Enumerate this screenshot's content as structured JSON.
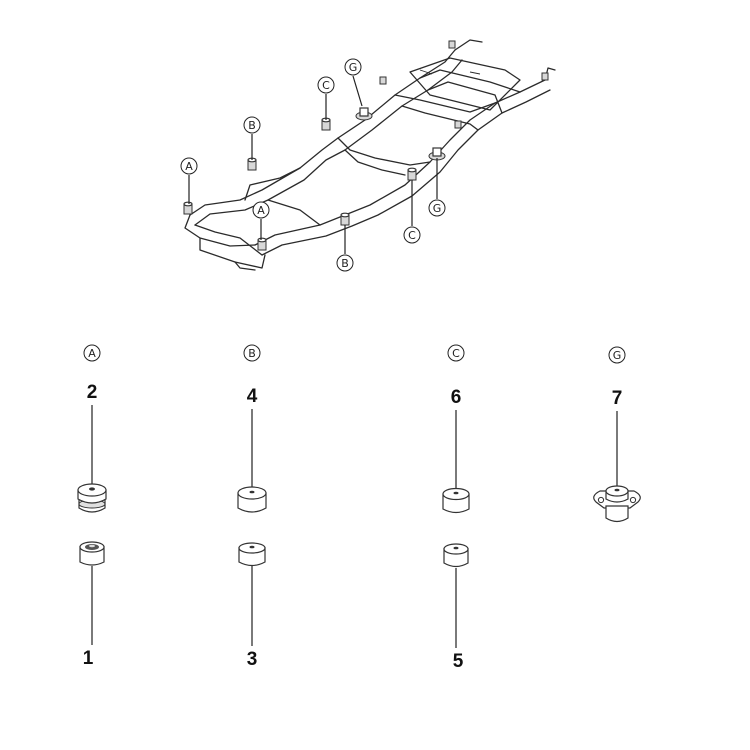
{
  "overview": {
    "callouts": [
      {
        "letter": "A"
      },
      {
        "letter": "A"
      },
      {
        "letter": "B"
      },
      {
        "letter": "B"
      },
      {
        "letter": "C"
      },
      {
        "letter": "C"
      },
      {
        "letter": "G"
      },
      {
        "letter": "G"
      }
    ]
  },
  "groups": [
    {
      "letter": "A",
      "parts": [
        {
          "number": "2"
        },
        {
          "number": "1"
        }
      ]
    },
    {
      "letter": "B",
      "parts": [
        {
          "number": "4"
        },
        {
          "number": "3"
        }
      ]
    },
    {
      "letter": "C",
      "parts": [
        {
          "number": "6"
        },
        {
          "number": "5"
        }
      ]
    },
    {
      "letter": "G",
      "parts": [
        {
          "number": "7"
        }
      ]
    }
  ]
}
